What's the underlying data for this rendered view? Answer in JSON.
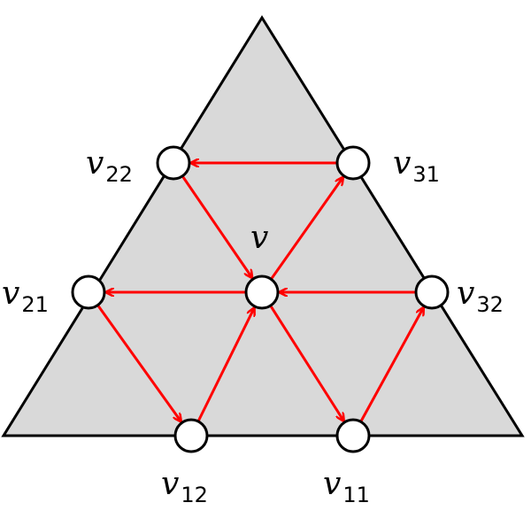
{
  "diagram": {
    "fill_color": "#d9d9d9",
    "edge_color": "#ff0000",
    "node_fill": "#ffffff",
    "outline_color": "#000000",
    "nodes": [
      {
        "id": "v",
        "label": "v",
        "sub": ""
      },
      {
        "id": "v22",
        "label": "v",
        "sub": "22"
      },
      {
        "id": "v31",
        "label": "v",
        "sub": "31"
      },
      {
        "id": "v21",
        "label": "v",
        "sub": "21"
      },
      {
        "id": "v32",
        "label": "v",
        "sub": "32"
      },
      {
        "id": "v12",
        "label": "v",
        "sub": "12"
      },
      {
        "id": "v11",
        "label": "v",
        "sub": "11"
      }
    ],
    "edges": [
      {
        "from": "v31",
        "to": "v22"
      },
      {
        "from": "v22",
        "to": "v"
      },
      {
        "from": "v",
        "to": "v31"
      },
      {
        "from": "v",
        "to": "v21"
      },
      {
        "from": "v32",
        "to": "v"
      },
      {
        "from": "v21",
        "to": "v12"
      },
      {
        "from": "v12",
        "to": "v"
      },
      {
        "from": "v",
        "to": "v11"
      },
      {
        "from": "v11",
        "to": "v32"
      }
    ]
  }
}
